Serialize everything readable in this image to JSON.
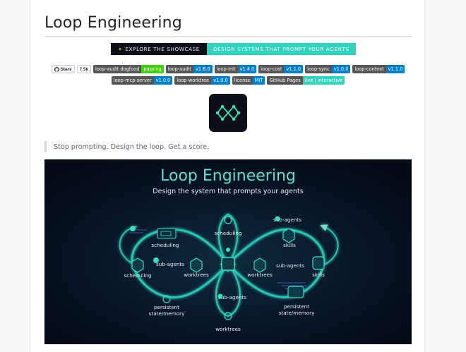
{
  "page": {
    "title": "Loop Engineering"
  },
  "hero": {
    "left_icon": "sparkle-icon",
    "left_label": "EXPLORE THE SHOWCASE",
    "right_label": "DESIGN SYSTEMS THAT PROMPT YOUR AGENTS",
    "colors": {
      "left_bg": "#0d1117",
      "right_bg": "#2fd3be"
    }
  },
  "github": {
    "stars_label": "Stars",
    "stars_count": "7.5k",
    "icon": "github-icon"
  },
  "badges_row1": [
    {
      "label": "loop-audit dogfood",
      "value": "passing",
      "color": "#4c1"
    },
    {
      "label": "loop-audit",
      "value": "v1.6.0",
      "color": "#007ec6"
    },
    {
      "label": "loop-init",
      "value": "v1.4.0",
      "color": "#007ec6"
    },
    {
      "label": "loop-cost",
      "value": "v1.1.0",
      "color": "#007ec6"
    },
    {
      "label": "loop-sync",
      "value": "v1.0.0",
      "color": "#007ec6"
    },
    {
      "label": "loop-context",
      "value": "v1.1.0",
      "color": "#007ec6"
    }
  ],
  "badges_row2": [
    {
      "label": "loop-mcp-server",
      "value": "v1.0.0",
      "color": "#007ec6"
    },
    {
      "label": "loop-worktree",
      "value": "v1.0.0",
      "color": "#007ec6"
    },
    {
      "label": "license",
      "value": "MIT",
      "color": "#007ec6"
    },
    {
      "label": "GitHub Pages",
      "value": "live | interactive",
      "color": "#2fd3be"
    }
  ],
  "logo": {
    "icon": "loop-logo-icon"
  },
  "tagline": "Stop prompting. Design the loop. Get a score.",
  "diagram": {
    "title": "Loop Engineering",
    "subtitle": "Design the system that prompts your agents",
    "labels": {
      "scheduling_left": "scheduling",
      "sub_agents_left": "sub-agents",
      "scheduling_lower_left": "scheduling",
      "worktrees_left": "worktrees",
      "persistent_left_1": "persistent",
      "persistent_left_2": "state/memory",
      "scheduling_top": "scheduling",
      "sub_agents_mid": "sub-agents",
      "worktrees_bottom": "worktrees",
      "sub_agents_top_right": "sub-agents",
      "skills_top": "skills",
      "sub_agents_right": "sub-agents",
      "worktrees_right": "worktrees",
      "skills_right": "skills",
      "persistent_right_1": "persistent",
      "persistent_right_2": "state/memory"
    },
    "colors": {
      "bg": "#07101f",
      "accent": "#38e0c0",
      "title": "#5ee0d0"
    }
  }
}
